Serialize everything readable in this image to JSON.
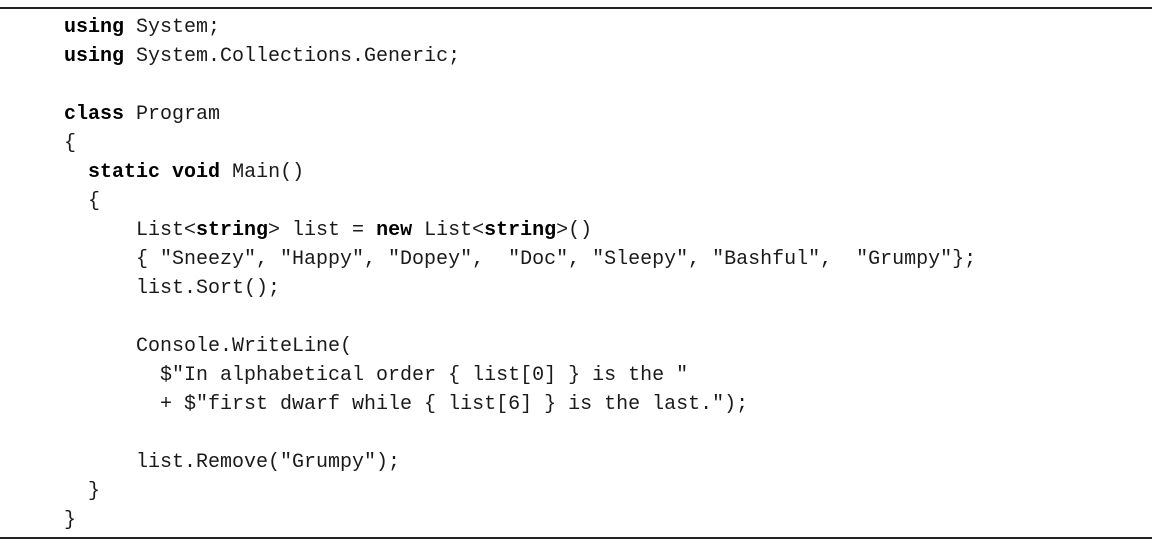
{
  "code_lines": [
    [
      {
        "t": "using",
        "b": true
      },
      {
        "t": " System;"
      }
    ],
    [
      {
        "t": "using",
        "b": true
      },
      {
        "t": " System.Collections.Generic;"
      }
    ],
    [],
    [
      {
        "t": "class",
        "b": true
      },
      {
        "t": " Program"
      }
    ],
    [
      {
        "t": "{"
      }
    ],
    [
      {
        "t": "  "
      },
      {
        "t": "static",
        "b": true
      },
      {
        "t": " "
      },
      {
        "t": "void",
        "b": true
      },
      {
        "t": " Main()"
      }
    ],
    [
      {
        "t": "  {"
      }
    ],
    [
      {
        "t": "      List<"
      },
      {
        "t": "string",
        "b": true
      },
      {
        "t": "> list = "
      },
      {
        "t": "new",
        "b": true
      },
      {
        "t": " List<"
      },
      {
        "t": "string",
        "b": true
      },
      {
        "t": ">()"
      }
    ],
    [
      {
        "t": "      { \"Sneezy\", \"Happy\", \"Dopey\",  \"Doc\", \"Sleepy\", \"Bashful\",  \"Grumpy\"};"
      }
    ],
    [
      {
        "t": "      list.Sort();"
      }
    ],
    [],
    [
      {
        "t": "      Console.WriteLine("
      }
    ],
    [
      {
        "t": "        $\"In alphabetical order { list[0] } is the \""
      }
    ],
    [
      {
        "t": "        + $\"first dwarf while { list[6] } is the last.\");"
      }
    ],
    [],
    [
      {
        "t": "      list.Remove(\"Grumpy\");"
      }
    ],
    [
      {
        "t": "  }"
      }
    ],
    [
      {
        "t": "}"
      }
    ]
  ]
}
